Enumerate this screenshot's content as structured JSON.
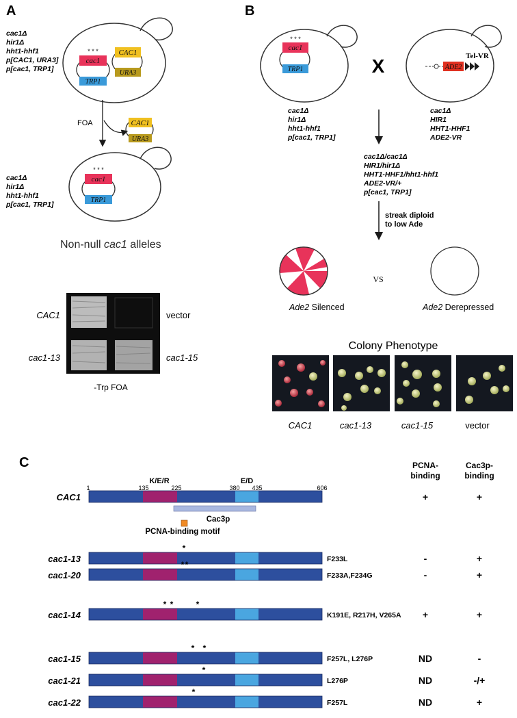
{
  "panels": {
    "A": {
      "label": "A",
      "genotype1": [
        "cac1Δ",
        "hir1Δ",
        "hht1-hhf1",
        "p[CAC1, URA3]",
        "p[cac1, TRP1]"
      ],
      "genotype2": [
        "cac1Δ",
        "hir1Δ",
        "hht1-hhf1",
        "p[cac1, TRP1]"
      ],
      "plasmids": {
        "cac1": "cac1",
        "trp1": "TRP1",
        "CAC1": "CAC1",
        "ura3": "URA3",
        "stars": "* * *"
      },
      "foa": "FOA",
      "title_prefix": "Non-null ",
      "title_gene": "cac1",
      "title_suffix": " alleles",
      "plate_labels": {
        "top_left": "CAC1",
        "top_right": "vector",
        "bottom_left": "cac1-13",
        "bottom_right": "cac1-15"
      },
      "plate_caption": "-Trp FOA"
    },
    "B": {
      "label": "B",
      "cross": "X",
      "parent1": [
        "cac1Δ",
        "hir1Δ",
        "hht1-hhf1",
        "p[cac1, TRP1]"
      ],
      "parent2": [
        "cac1Δ",
        "HIR1",
        "HHT1-HHF1",
        "ADE2-VR"
      ],
      "tel_vr": "Tel-VR",
      "ade2": "ADE2",
      "diploid": [
        "cac1Δ/cac1Δ",
        "HIR1/hir1Δ",
        "HHT1-HHF1/hht1-hhf1",
        "ADE2-VR/+",
        "p[cac1, TRP1]"
      ],
      "streak": [
        "streak diploid",
        "to low Ade"
      ],
      "vs": "VS",
      "silenced_gene": "Ade2",
      "silenced": " Silenced",
      "derepressed_gene": "Ade2",
      "derepressed": " Derepressed",
      "colony_title": "Colony Phenotype",
      "colony_labels": [
        "CAC1",
        "cac1-13",
        "cac1-15",
        "vector"
      ]
    },
    "C": {
      "label": "C",
      "col_headers": {
        "pcna": [
          "PCNA-",
          "binding"
        ],
        "cac3": [
          "Cac3p-",
          "binding"
        ]
      },
      "domain_labels": {
        "ker": "K/E/R",
        "ed": "E/D"
      },
      "positions": [
        "1",
        "135",
        "225",
        "380",
        "435",
        "606"
      ],
      "cac3p_label": "Cac3p",
      "motif_label": "PCNA-binding motif",
      "rows": [
        {
          "name": "CAC1",
          "mutations": "",
          "pcna": "+",
          "cac3": "+",
          "stars": ""
        },
        {
          "name": "cac1-13",
          "mutations": "F233L",
          "pcna": "-",
          "cac3": "+",
          "stars": "*"
        },
        {
          "name": "cac1-20",
          "mutations": "F233A,F234G",
          "pcna": "-",
          "cac3": "+",
          "stars": "**"
        },
        {
          "name": "cac1-14",
          "mutations": "K191E, R217H, V265A",
          "pcna": "+",
          "cac3": "+",
          "stars": "** *"
        },
        {
          "name": "cac1-15",
          "mutations": "F257L, L276P",
          "pcna": "ND",
          "cac3": "-",
          "stars": "* *"
        },
        {
          "name": "cac1-21",
          "mutations": "L276P",
          "pcna": "ND",
          "cac3": "-/+",
          "stars": "*"
        },
        {
          "name": "cac1-22",
          "mutations": "F257L",
          "pcna": "ND",
          "cac3": "+",
          "stars": "*"
        }
      ]
    }
  },
  "colors": {
    "cac1": "#e8335a",
    "trp1": "#3a9ad9",
    "CAC1": "#f0c020",
    "ura3": "#b89a1e",
    "ade2": "#e03020",
    "bar": "#2d4f9e",
    "ker": "#a0226e",
    "ed": "#4aa6e0",
    "cac3": "#a9b8e0",
    "motif": "#f08a24"
  }
}
